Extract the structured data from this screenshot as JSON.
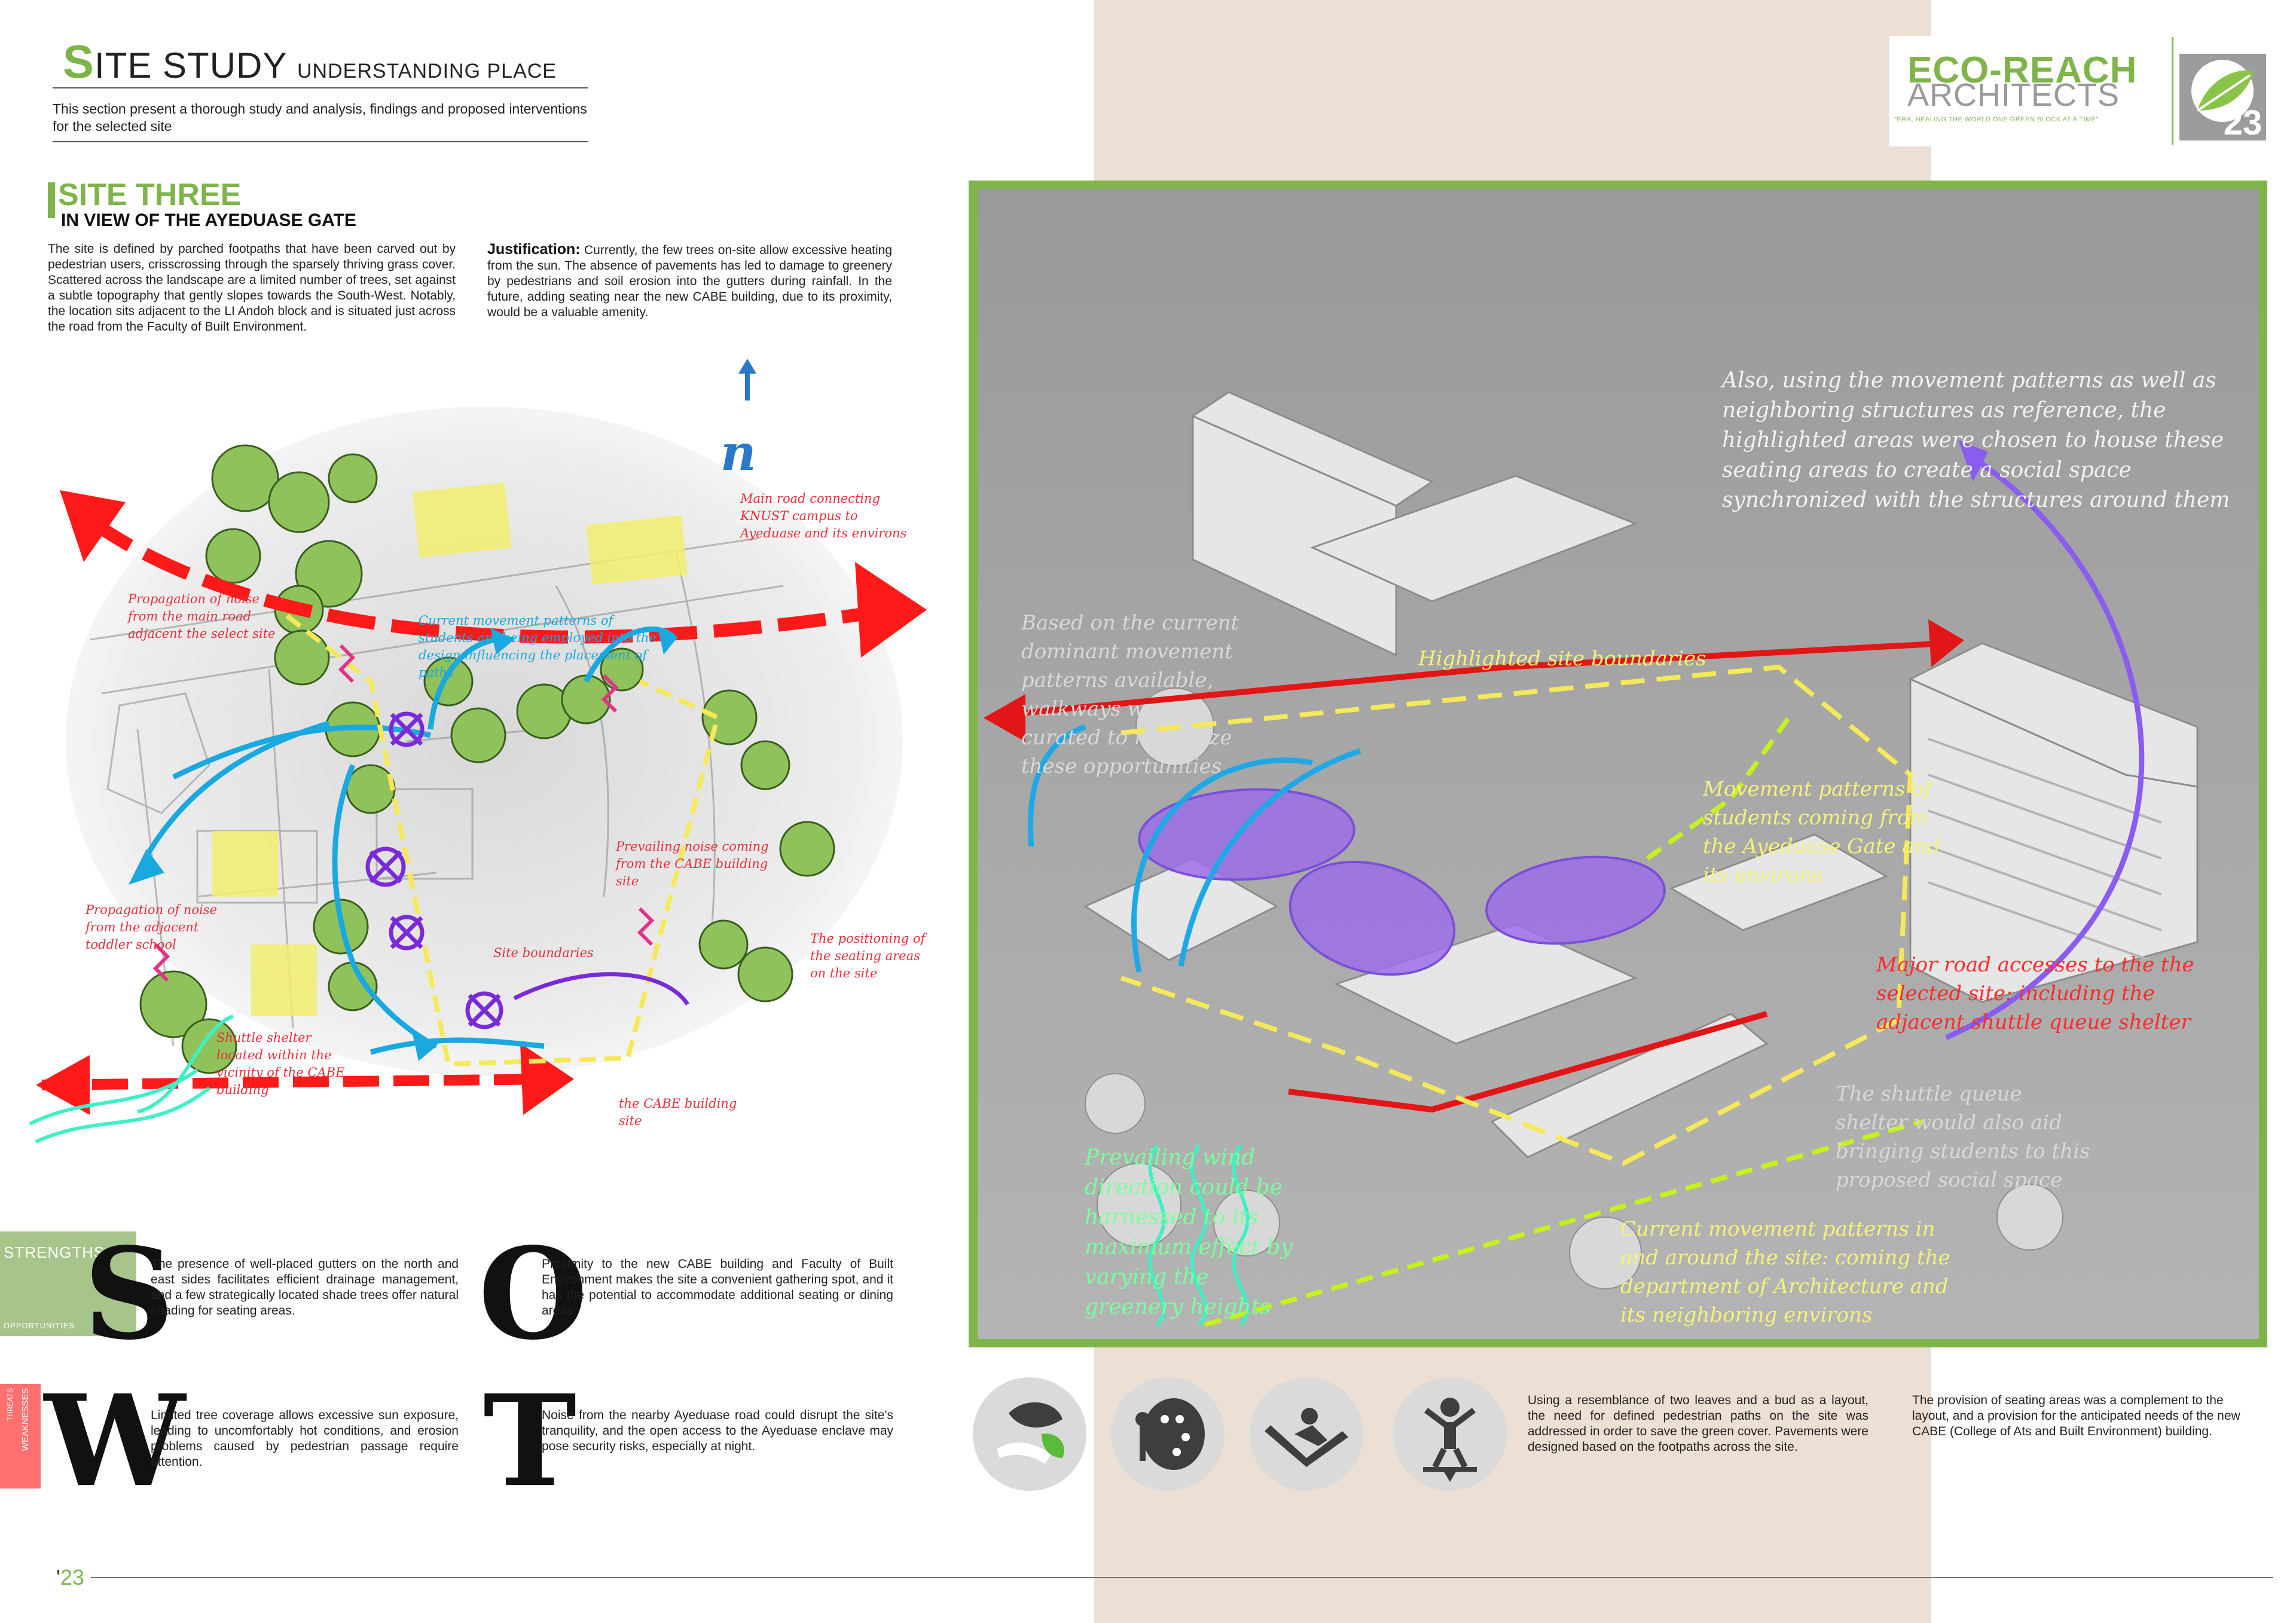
{
  "header": {
    "title_first_letter": "S",
    "title_rest": "ITE STUDY",
    "subtitle": "UNDERSTANDING PLACE",
    "intro": "This section present a thorough study and analysis, findings and proposed interventions for the selected site"
  },
  "brand": {
    "line1": "ECO-REACH",
    "line2": "ARCHITECTS",
    "tagline": "\"ERA, HEALING THE WORLD ONE GREEN BLOCK AT A TIME\"",
    "year_mark": "'23",
    "accent_color": "#7fb44a"
  },
  "site": {
    "title": "SITE THREE",
    "subtitle": "IN VIEW OF THE AYEDUASE GATE",
    "description": "The site is defined by parched footpaths that have been carved out by pedestrian users, crisscrossing through the sparsely thriving grass cover. Scattered across the landscape are a limited number of trees, set against a subtle topography that gently slopes towards the South-West. Notably, the location sits adjacent to the LI Andoh block and is situated just across the road from the Faculty of Built Environment.",
    "justification_label": "Justification:",
    "justification": "Currently, the few trees on-site allow excessive heating from the sun. The absence of pavements has led to damage to greenery by pedestrians and soil erosion into the gutters during rainfall. In the future, adding seating near the new CABE building, due to its proximity, would be a valuable amenity."
  },
  "sketch_labels": {
    "main_road": "Main road connecting KNUST campus to Ayeduase and its environs",
    "noise_main_road": "Propagation of noise from the main road adjacent the select site",
    "movement_patterns": "Current movement patterns of students are being employed into the design influencing the placement of paths",
    "noise_cabe": "Prevailing noise coming from the CABE building site",
    "noise_toddler": "Propagation of noise from the adjacent toddler school",
    "seating_positioning": "The positioning of the seating areas on the site",
    "site_boundaries": "Site boundaries",
    "shuttle_shelter": "Shuttle shelter located within the vicinity of the CABE building",
    "cabe_site": "the CABE building site",
    "north_glyph": "n"
  },
  "render_labels": {
    "also_using": "Also, using the movement patterns as well as neighboring structures as reference, the highlighted areas were chosen to house these seating areas to create a social space synchronized with the structures around them",
    "based_on": "Based on the current dominant movement patterns available, walkways were curated to maximize these opportunities",
    "highlighted": "Highlighted site boundaries",
    "movement_ayeduase": "Movement patterns of students coming from the Ayeduase Gate and its environs",
    "major_road": "Major road accesses to the the selected site: including the adjacent shuttle queue shelter",
    "shuttle_queue": "The shuttle queue shelter would also aid bringing students to this proposed social space",
    "prevailing_wind": "Prevailing wind direction could be harnessed to its maximum effect by varying the greenery heights",
    "current_movement": "Current movement patterns in and around the site: coming the department of Architecture and its neighboring environs"
  },
  "swot": {
    "strengths_label": "STRENGTHS",
    "opportunities_label": "OPPORTUNITIES",
    "threats_label": "THREATS",
    "weaknesses_label": "WEAKNESSES",
    "s_letter": "S",
    "o_letter": "O",
    "w_letter": "W",
    "t_letter": "T",
    "s_text": "The presence of well-placed gutters on the north and east sides facilitates efficient drainage management, and a few strategically located shade trees offer natural shading for seating areas.",
    "o_text": "Proximity to the new CABE building and Faculty of Built Environment makes the site a convenient gathering spot, and it has the potential to accommodate additional seating or dining areas.",
    "w_text": "Limited tree coverage allows excessive sun exposure, leading to uncomfortably hot conditions, and erosion problems caused by pedestrian passage require attention.",
    "t_text": "Noise from the nearby Ayeduase road could disrupt the site's tranquility, and the open access to the Ayeduase enclave may pose security risks, especially at night."
  },
  "icons": [
    "leaf-hand-icon",
    "palette-icon",
    "lounge-chair-icon",
    "person-balance-icon"
  ],
  "bottom_notes": {
    "layout_note": "Using a resemblance of two leaves and a bud as a layout, the need for defined pedestrian paths on the site was addressed in order to save the green cover. Pavements were designed based on the footpaths across the site.",
    "provision_note": "The provision of seating areas was a complement to the layout, and a provision for the anticipated needs of the new CABE (College of Ats and Built Environment) building."
  },
  "footer": {
    "year_prefix": "'",
    "year_num": "23"
  }
}
